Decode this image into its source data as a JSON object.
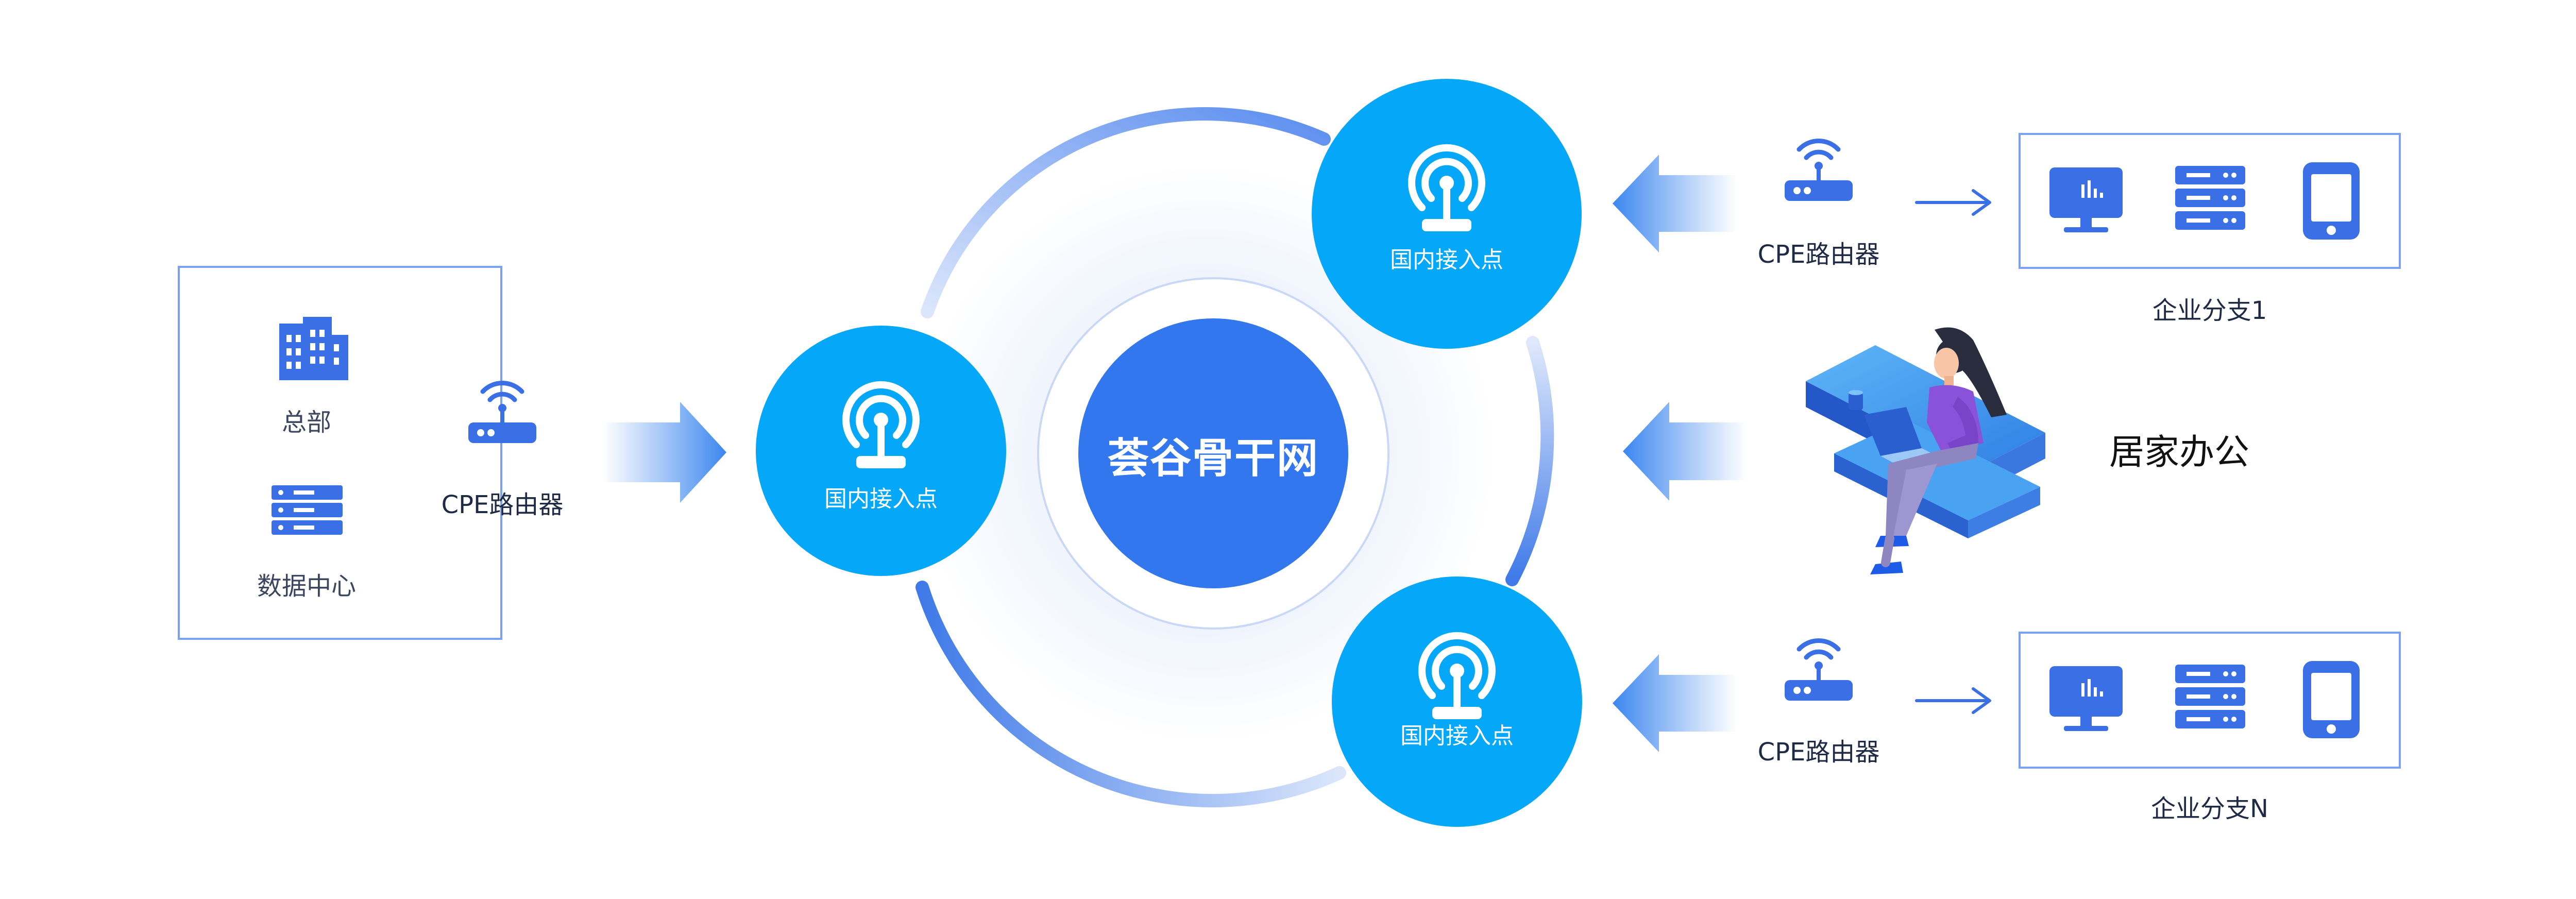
{
  "core": {
    "label": "荟谷骨干网"
  },
  "access_point": {
    "label": "国内接入点"
  },
  "router": {
    "label": "CPE路由器"
  },
  "hq": {
    "headquarters_label": "总部",
    "datacenter_label": "数据中心"
  },
  "branches": [
    {
      "label": "企业分支1"
    },
    {
      "label": "企业分支N"
    }
  ],
  "home_office": {
    "label": "居家办公"
  },
  "colors": {
    "primary_blue": "#3377ee",
    "access_cyan": "#05a8f8",
    "icon_blue": "#3a6fe6",
    "box_border": "#7aa2f0"
  },
  "icons": [
    "building-icon",
    "server-icon",
    "router-icon",
    "antenna-icon",
    "monitor-icon",
    "phone-icon",
    "arrow-icon"
  ]
}
